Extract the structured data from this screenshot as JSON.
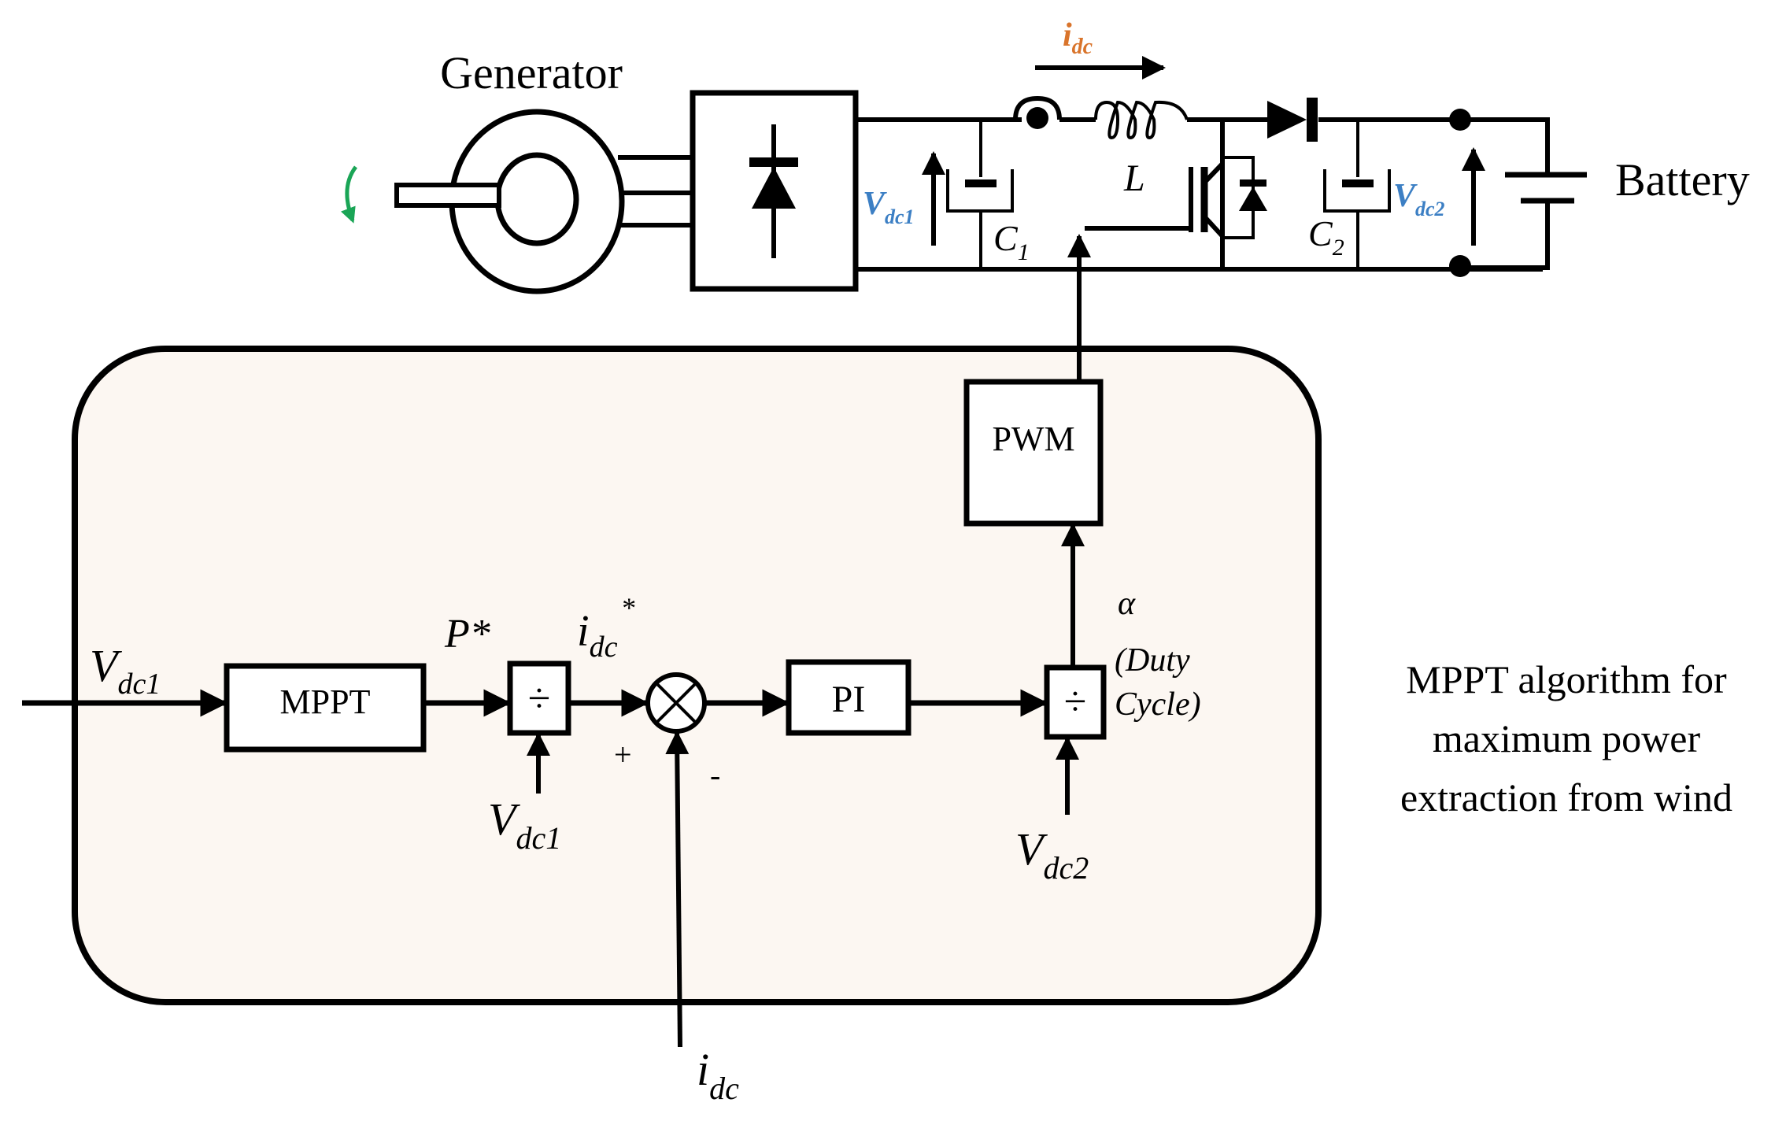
{
  "colors": {
    "controller_fill": "#fcf7f2",
    "voltage_label": "#3c7fc4",
    "current_label": "#d9742b",
    "rotation_arrow": "#1aa556",
    "line": "#000000"
  },
  "power_stage": {
    "generator_label": "Generator",
    "battery_label": "Battery",
    "inductor_label": "L",
    "c1": {
      "base": "C",
      "sub": "1"
    },
    "c2": {
      "base": "C",
      "sub": "2"
    },
    "vdc1": {
      "base": "V",
      "sub": "dc1"
    },
    "vdc2": {
      "base": "V",
      "sub": "dc2"
    },
    "idc": {
      "base": "i",
      "sub": "dc"
    }
  },
  "controller": {
    "pwm_label": "PWM",
    "mppt_label": "MPPT",
    "pi_label": "PI",
    "divide_symbol": "÷",
    "input_vdc1": {
      "base": "V",
      "sub": "dc1"
    },
    "p_star": "P*",
    "idc_ref": {
      "base": "i",
      "sub": "dc",
      "sup": "*"
    },
    "divider1_input": {
      "base": "V",
      "sub": "dc1"
    },
    "divider2_input": {
      "base": "V",
      "sub": "dc2"
    },
    "plus_sign": "+",
    "minus_sign": "-",
    "alpha": "α",
    "duty_line1": "(Duty",
    "duty_line2": "Cycle)",
    "feedback_idc": {
      "base": "i",
      "sub": "dc"
    }
  },
  "caption": {
    "line1": "MPPT algorithm for",
    "line2": "maximum power",
    "line3": "extraction from wind"
  }
}
